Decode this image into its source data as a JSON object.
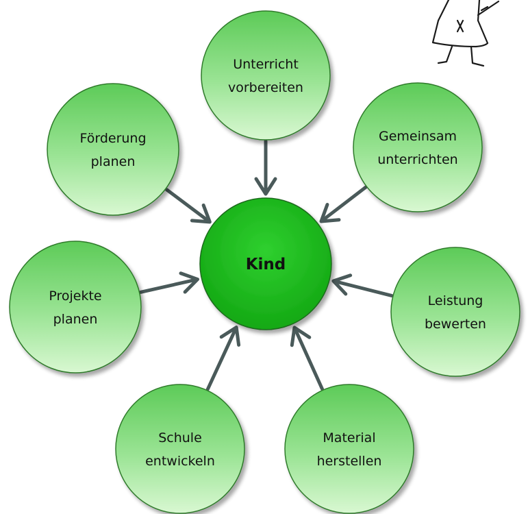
{
  "center": {
    "label": "Kind"
  },
  "nodes": [
    {
      "id": "unterricht-vorbereiten",
      "line1": "Unterricht",
      "line2": "vorbereiten"
    },
    {
      "id": "gemeinsam-unterrichten",
      "line1": "Gemeinsam",
      "line2": "unterrichten"
    },
    {
      "id": "leistung-bewerten",
      "line1": "Leistung",
      "line2": "bewerten"
    },
    {
      "id": "material-herstellen",
      "line1": "Material",
      "line2": "herstellen"
    },
    {
      "id": "schule-entwickeln",
      "line1": "Schule",
      "line2": "entwickeln"
    },
    {
      "id": "projekte-planen",
      "line1": "Projekte",
      "line2": "planen"
    },
    {
      "id": "foerderung-planen",
      "line1": "Förderung",
      "line2": "planen"
    }
  ],
  "colors": {
    "center_fill": "#22c122",
    "node_fill_light": "#d6f7cf",
    "node_fill_dark": "#6ed46a",
    "outline": "#2e7a2a",
    "arrow": "#4a5a5a"
  }
}
